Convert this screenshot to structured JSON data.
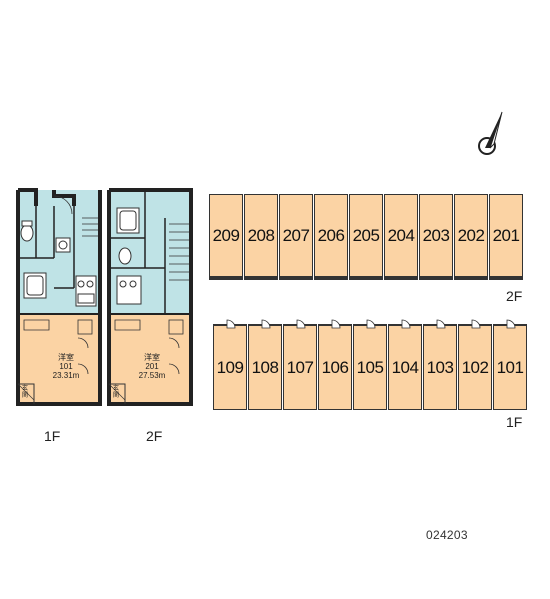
{
  "compass": {
    "icon": "north-arrow-icon"
  },
  "plans": [
    {
      "floor_label": "1F",
      "room_type": "洋室",
      "room_number": "101",
      "area": "23.31m",
      "entrance": "玄関"
    },
    {
      "floor_label": "2F",
      "room_type": "洋室",
      "room_number": "201",
      "area": "27.53m",
      "entrance": "玄関"
    }
  ],
  "building": {
    "floor2": {
      "label": "2F",
      "units": [
        "209",
        "208",
        "207",
        "206",
        "205",
        "204",
        "203",
        "202",
        "201"
      ]
    },
    "floor1": {
      "label": "1F",
      "units": [
        "109",
        "108",
        "107",
        "106",
        "105",
        "104",
        "103",
        "102",
        "101"
      ]
    }
  },
  "colors": {
    "room_fill": "#fbd3a4",
    "wet_area": "#bfe3e6",
    "wall": "#222222"
  },
  "code": "024203"
}
